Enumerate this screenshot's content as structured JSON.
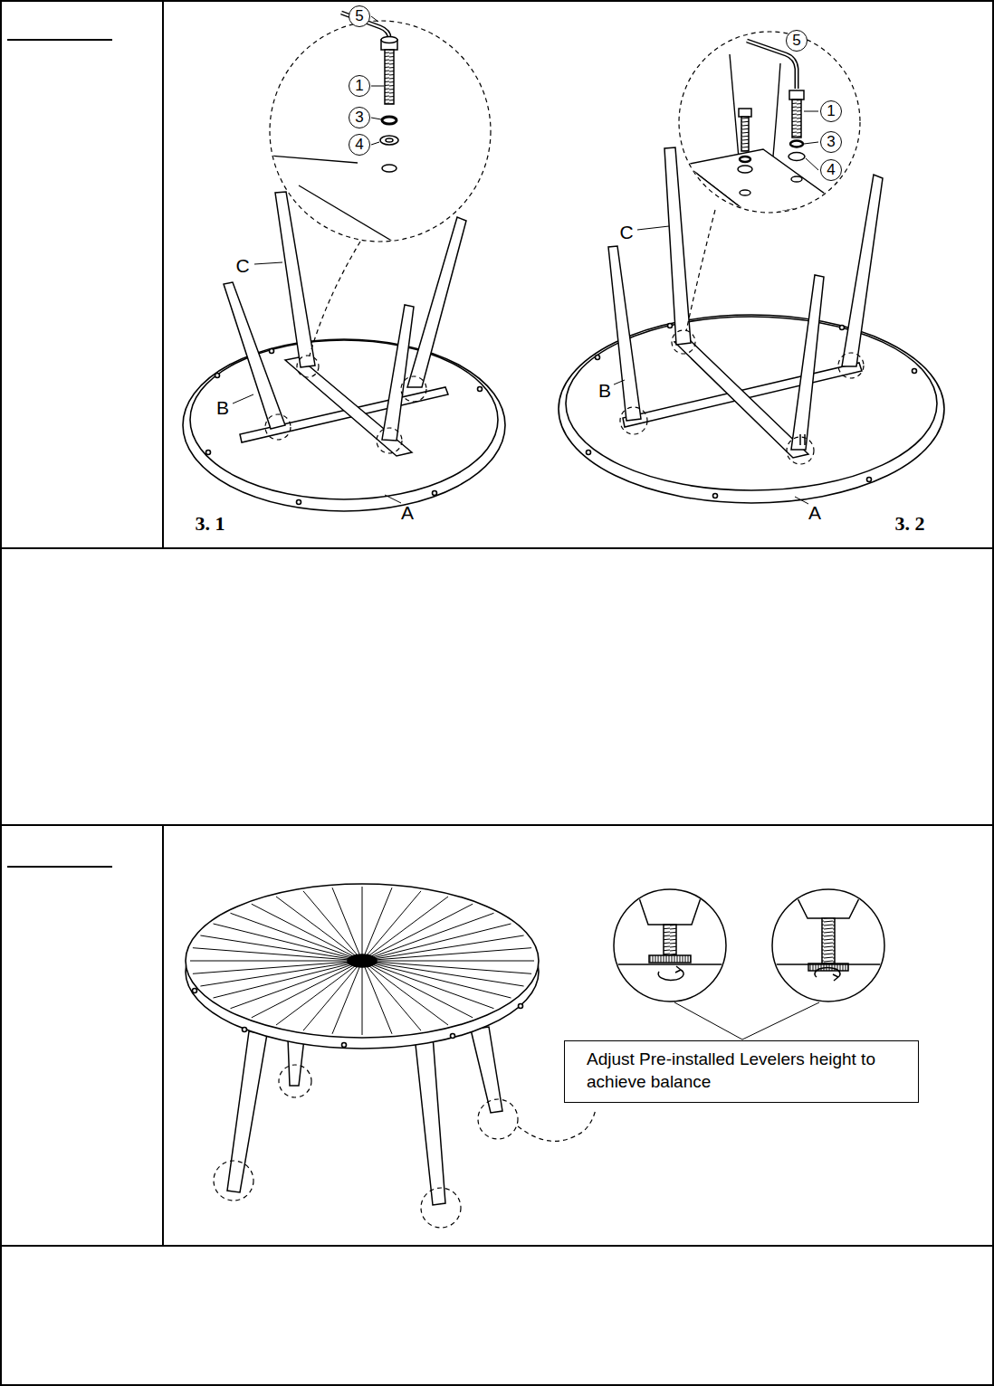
{
  "diagram": {
    "nodes": [
      {
        "text": [
          "Adjust Pre-installed Levelers height to achieve balance"
        ]
      }
    ],
    "edges": [],
    "labels": [
      "5",
      "1",
      "3",
      "4",
      "C",
      "B",
      "A",
      "3. 1",
      "5",
      "1",
      "3",
      "4",
      "C",
      "B",
      "A",
      "3. 2"
    ]
  }
}
